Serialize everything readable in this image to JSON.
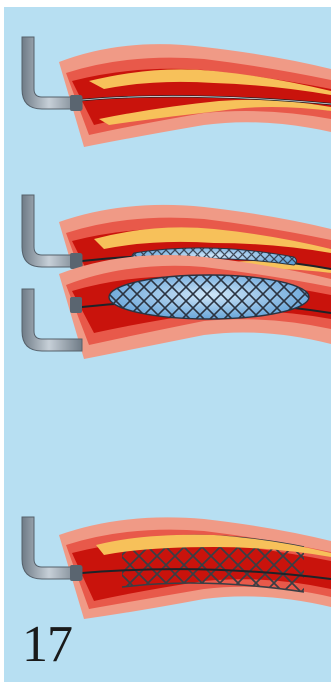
{
  "colors": {
    "background": "#b7dff2",
    "vessel_wall_outer": "#f09a86",
    "vessel_wall_inner": "#e8594a",
    "vessel_lumen": "#c9130c",
    "plaque": "#f7c15a",
    "catheter": "#8e9aa6",
    "balloon": "#7fb6e2",
    "stent_mesh": "#2b3340"
  },
  "panels": [
    {
      "stage": "guidewire-insertion",
      "icon": "catheter-with-guidewire"
    },
    {
      "stage": "deflated-balloon-and-stent",
      "icon": "catheter-with-collapsed-stent"
    },
    {
      "stage": "balloon-inflation",
      "icon": "catheter-with-inflated-balloon-stent"
    },
    {
      "stage": "stent-deployed",
      "icon": "expanded-stent-in-artery"
    }
  ],
  "page_number": "17"
}
